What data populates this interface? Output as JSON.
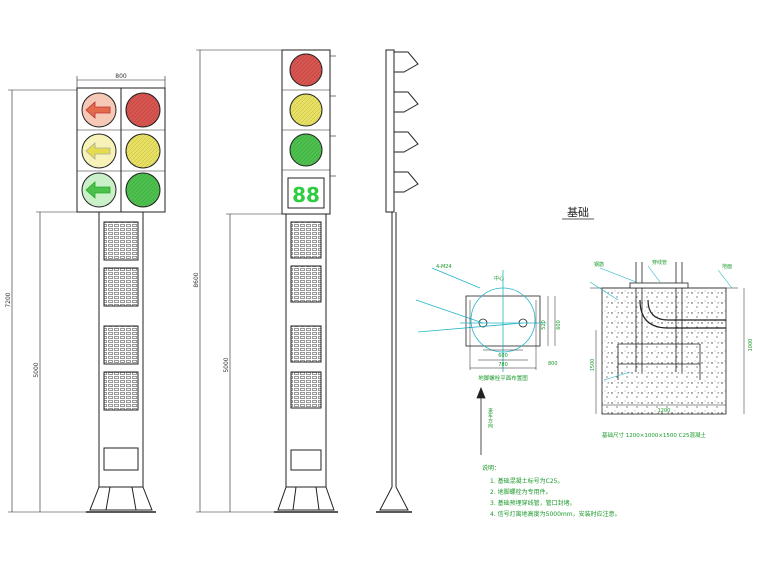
{
  "left_pole": {
    "width_label": "800",
    "total_height_label": "7200",
    "pole_height_label": "5000"
  },
  "middle_pole": {
    "total_height_label": "8600",
    "pole_height_label": "5000",
    "countdown_digits": "88"
  },
  "foundation": {
    "title": "基础",
    "plan_caption": "地脚螺栓平面布置图",
    "labels": {
      "bolt": "4-M24",
      "center": "中心",
      "plan_w1": "600",
      "plan_w2": "780",
      "plan_h1": "520",
      "plan_h2": "600",
      "plan_side": "800",
      "section_w": "1200",
      "section_h1": "1000",
      "section_h2": "1500",
      "rebar": "钢筋",
      "cable_duct": "穿线管",
      "note_right": "地面"
    },
    "section_caption": "基础尺寸 1200×1000×1500 C25混凝土",
    "direction": "来车方向",
    "notes_title": "说明：",
    "notes": [
      "1. 基础混凝土标号为C25。",
      "2. 地脚螺栓为专用件。",
      "3. 基础预埋穿线管，管口封堵。",
      "4. 信号灯离地高度为5000mm，安装时应注意。"
    ]
  },
  "colors": {
    "red_lamp": "#d9534f",
    "yellow_lamp": "#e8e060",
    "green_lamp": "#4cc04c",
    "digit_green": "#2ecc40",
    "dim_green": "#2a9a2a",
    "cyan": "#22b5c5",
    "line": "#222222"
  }
}
